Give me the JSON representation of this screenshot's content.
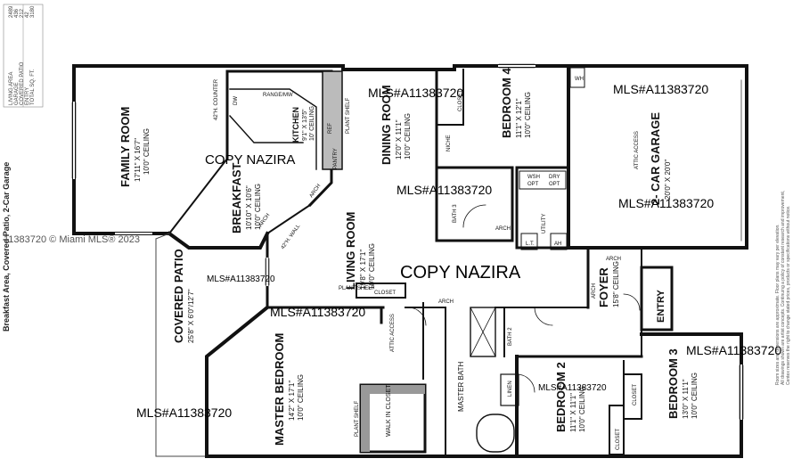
{
  "area_table": {
    "rows": [
      {
        "label": "LIVING AREA",
        "value": "2489"
      },
      {
        "label": "GARAGE",
        "value": "436"
      },
      {
        "label": "COVERED PATIO",
        "value": "212"
      },
      {
        "label": "ENTRY",
        "value": "42"
      },
      {
        "label": "TOTAL SQ. FT.",
        "value": "3180"
      }
    ]
  },
  "left_caption": "Breakfast Area, Covered Patio, 2-Car Garage",
  "copyright": "11383720 © Miami MLS® 2023",
  "right_disclaimer": [
    "Room sizes and dimensions are approximate. Floor plans may vary per elevation.",
    "All drawings shown are artist concepts. Continuing a policy of constant research and improvement,",
    "Centex reserves the right to change stated prices, products or specifications without notice."
  ],
  "rooms": {
    "family": {
      "name": "FAMILY ROOM",
      "dim": "17'11\" X 16'7\"",
      "ceil": "10'0\" CEILING"
    },
    "breakfast": {
      "name": "BREAKFAST",
      "dim": "10'10\" X 10'6\"",
      "ceil": "10'0\" CEILING"
    },
    "kitchen": {
      "name": "KITCHEN",
      "dim": "9'1\" X 13'5\"",
      "ceil": "10' CEILING"
    },
    "dining": {
      "name": "DINING ROOM",
      "dim": "12'0\" X 11'1\"",
      "ceil": "10'0\" CEILING"
    },
    "bedroom4": {
      "name": "BEDROOM 4",
      "dim": "11'1\" X 12'1\"",
      "ceil": "10'0\" CEILING"
    },
    "garage": {
      "name": "2- CAR GARAGE",
      "dim": "20'0\" X 20'0\"",
      "ceil": ""
    },
    "living": {
      "name": "LIVING ROOM",
      "dim": "19'8\" X 17'1\"",
      "ceil": "10'0\" CEILING"
    },
    "patio": {
      "name": "COVERED PATIO",
      "dim": "25'8\" X 6'0\"/12'7\"",
      "ceil": ""
    },
    "master": {
      "name": "MASTER BEDROOM",
      "dim": "14'2\" X 17'1\"",
      "ceil": "10'0\" CEILING"
    },
    "master_bath": {
      "name": "MASTER BATH",
      "dim": "",
      "ceil": ""
    },
    "walk_in": {
      "name": "WALK IN CLOSET",
      "dim": "",
      "ceil": ""
    },
    "bedroom2": {
      "name": "BEDROOM 2",
      "dim": "11'1\" X 11'1\"",
      "ceil": "10'0\" CEILING"
    },
    "bedroom3": {
      "name": "BEDROOM 3",
      "dim": "13'0\" X 11'1\"",
      "ceil": "10'0\" CEILING"
    },
    "foyer": {
      "name": "FOYER",
      "dim": "15'8\" CEILING",
      "ceil": ""
    },
    "entry": {
      "name": "ENTRY",
      "dim": "",
      "ceil": ""
    }
  },
  "small_labels": {
    "counter": "42\"H. COUNTER",
    "range": "RANGE/MW",
    "dw": "DW",
    "ref": "REF",
    "pantry": "PANTRY",
    "plant_shelf": "PLANT SHELF",
    "arch": "ARCH",
    "wall42": "42\"H. WALL",
    "niche": "NICHE",
    "closet": "CLOSET",
    "bath3": "BATH 3",
    "utility": "UTILITY",
    "wsh": "WSH",
    "dry": "DRY",
    "opt": "OPT",
    "attic": "ATTIC ACCESS",
    "wh": "WH",
    "bath2": "BATH 2",
    "linen": "LINEN",
    "lt": "L.T.",
    "ah": "AH"
  },
  "watermarks": {
    "copy": "COPY NAZIRA",
    "mls": "MLS#A11383720"
  }
}
